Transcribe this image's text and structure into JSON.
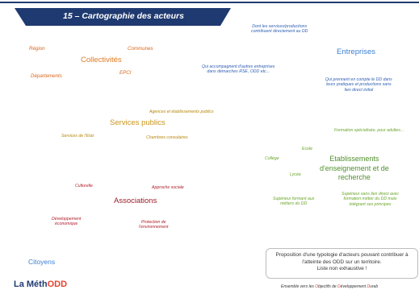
{
  "title": "15 – Cartographie des acteurs",
  "collectivites": {
    "heading": "Collectivités",
    "region": "Région",
    "communes": "Communes",
    "departements": "Départements",
    "epci": "EPCI"
  },
  "entreprises": {
    "heading": "Entreprises",
    "note_direct_1": "Dont les services/productions",
    "note_direct_2": "contribuent directement au DD",
    "note_rse_1": "Qui accompagnent d'autres entreprises",
    "note_rse_2": "dans démarches RSE, ODD etc...",
    "note_indirect_1": "Qui prennent en compte le DD dans",
    "note_indirect_2": "leurs pratiques et productions sans",
    "note_indirect_3": "lien direct initial"
  },
  "services_publics": {
    "heading": "Services publics",
    "agences": "Agences et établissements publics",
    "etat": "Services de l'Etat",
    "chambres": "Chambres consulaires"
  },
  "enseignement": {
    "heading_1": "Etablissements",
    "heading_2": "d'enseignement et de",
    "heading_3": "recherche",
    "formation": "Formation spécialisée, pour adultes...",
    "ecole": "Ecole",
    "college": "Collège",
    "lycee": "Lycée",
    "sup_formant_1": "Supérieur formant aux",
    "sup_formant_2": "métiers du DD",
    "sup_sans_1": "Supérieur sans lien direct avec",
    "sup_sans_2": "formation métier du DD mais",
    "sup_sans_3": "intégrant ses principes"
  },
  "associations": {
    "heading": "Associations",
    "culturelle": "Culturelle",
    "sociale": "Approche sociale",
    "dev_eco_1": "Développement",
    "dev_eco_2": "économique",
    "env_1": "Protection de",
    "env_2": "l'environnement"
  },
  "citoyens": "Citoyens",
  "note": {
    "line1": "Proposition d'une typologie d'acteurs pouvant contribuer à",
    "line2": "l'atteinte des ODD sur un territoire.",
    "line3": "Liste non exhaustive !"
  },
  "logo": {
    "prefix": "La Méth",
    "odd": "ODD"
  },
  "footer": {
    "part1": "Ensemble vers les ",
    "o": "O",
    "part2": "bjectifs de ",
    "d": "D",
    "part3": "éveloppement ",
    "d2": "D",
    "part4": "urab"
  },
  "colors": {
    "banner": "#1f3a70",
    "collectivites": "#e07a22",
    "entreprises": "#2f5fb3",
    "services_publics": "#c9951a",
    "enseignement": "#6aa52a",
    "associations": "#b3202c",
    "citoyens": "#3b7fd1"
  }
}
